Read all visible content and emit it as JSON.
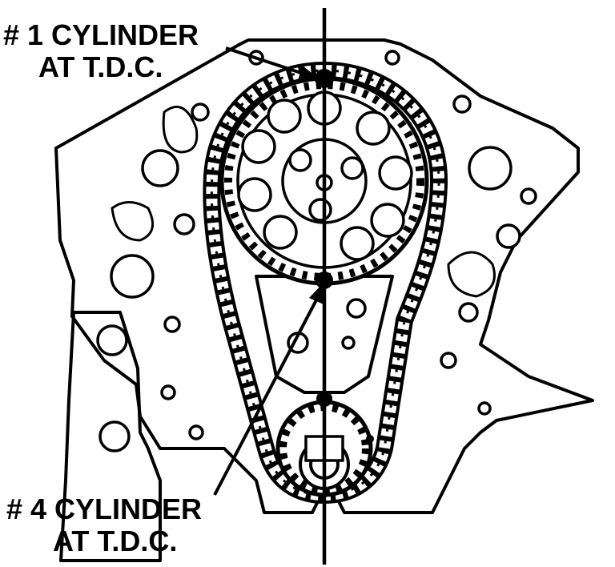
{
  "callouts": {
    "cylinder1": {
      "line1": "# 1 CYLINDER",
      "line2": "AT T.D.C."
    },
    "cylinder4": {
      "line1": "# 4 CYLINDER",
      "line2": "AT T.D.C."
    }
  },
  "colors": {
    "ink": "#000000",
    "paper": "#ffffff"
  }
}
